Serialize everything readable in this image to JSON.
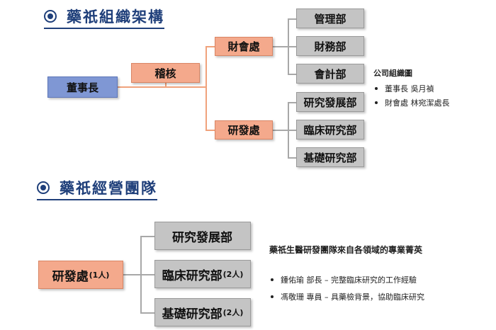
{
  "org_chart": {
    "heading": "藥祇組織架構",
    "chairman": "董事長",
    "audit": "稽核",
    "finance": "財會處",
    "rnd": "研發處",
    "finance_depts": [
      "管理部",
      "財務部",
      "會計部"
    ],
    "rnd_depts": [
      "研究發展部",
      "臨床研究部",
      "基礎研究部"
    ],
    "note_title": "公司組織圖",
    "note_items": [
      "董事長 吳月禎",
      "財會處 林宛潔處長"
    ]
  },
  "team": {
    "heading": "藥祇經營團隊",
    "rnd": {
      "label": "研發處",
      "count": "(1人)"
    },
    "depts": [
      {
        "label": "研究發展部",
        "count": ""
      },
      {
        "label": "臨床研究部",
        "count": "(2人)"
      },
      {
        "label": "基礎研究部",
        "count": "(2人)"
      }
    ],
    "intro": "藥祇生醫研發團隊來自各領域的專業菁英",
    "items": [
      "鍾佑瑜 部長 – 完整臨床研究的工作經驗",
      "馮敬珊 專員 – 具藥檢背景，協助臨床研究"
    ]
  }
}
